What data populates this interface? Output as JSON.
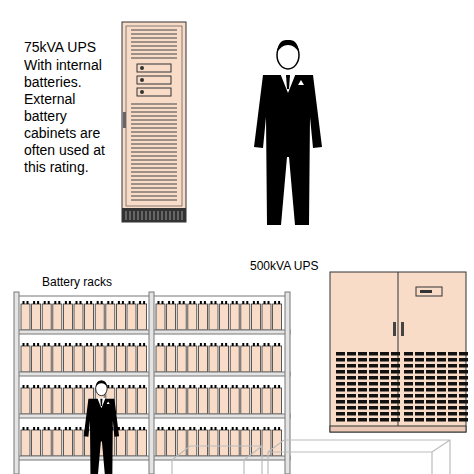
{
  "diagram": {
    "labels": [
      "75kVA UPS",
      "With internal batteries. External battery cabinets are often used at this rating.",
      "Battery racks",
      "500kVA UPS"
    ]
  }
}
